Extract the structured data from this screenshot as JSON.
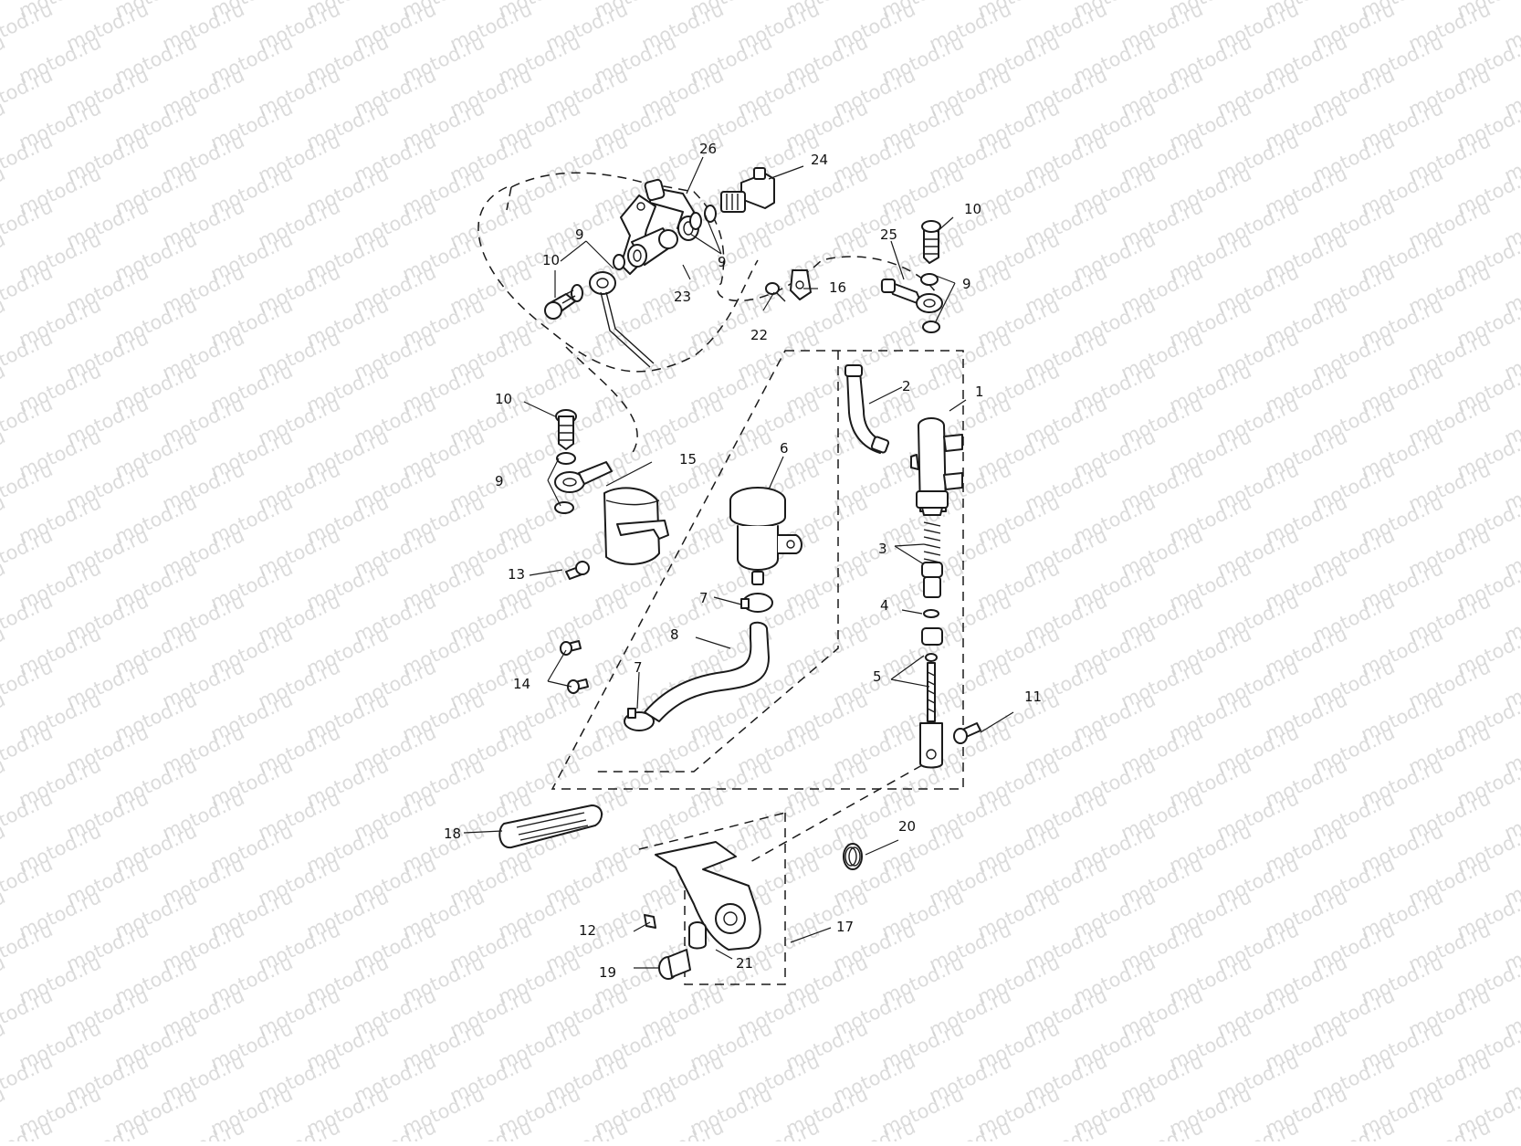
{
  "watermark": {
    "text": "motod.ru"
  },
  "callouts": [
    {
      "key": "c1",
      "text": "1"
    },
    {
      "key": "c2",
      "text": "2"
    },
    {
      "key": "c3",
      "text": "3"
    },
    {
      "key": "c4",
      "text": "4"
    },
    {
      "key": "c5",
      "text": "5"
    },
    {
      "key": "c6",
      "text": "6"
    },
    {
      "key": "c7a",
      "text": "7"
    },
    {
      "key": "c7b",
      "text": "7"
    },
    {
      "key": "c8",
      "text": "8"
    },
    {
      "key": "c9a",
      "text": "9"
    },
    {
      "key": "c9b",
      "text": "9"
    },
    {
      "key": "c9c",
      "text": "9"
    },
    {
      "key": "c9d",
      "text": "9"
    },
    {
      "key": "c10a",
      "text": "10"
    },
    {
      "key": "c10b",
      "text": "10"
    },
    {
      "key": "c10c",
      "text": "10"
    },
    {
      "key": "c11",
      "text": "11"
    },
    {
      "key": "c12",
      "text": "12"
    },
    {
      "key": "c13",
      "text": "13"
    },
    {
      "key": "c14",
      "text": "14"
    },
    {
      "key": "c15",
      "text": "15"
    },
    {
      "key": "c16",
      "text": "16"
    },
    {
      "key": "c17",
      "text": "17"
    },
    {
      "key": "c18",
      "text": "18"
    },
    {
      "key": "c19",
      "text": "19"
    },
    {
      "key": "c20",
      "text": "20"
    },
    {
      "key": "c21",
      "text": "21"
    },
    {
      "key": "c22",
      "text": "22"
    },
    {
      "key": "c23",
      "text": "23"
    },
    {
      "key": "c24",
      "text": "24"
    },
    {
      "key": "c25",
      "text": "25"
    },
    {
      "key": "c26",
      "text": "26"
    }
  ]
}
